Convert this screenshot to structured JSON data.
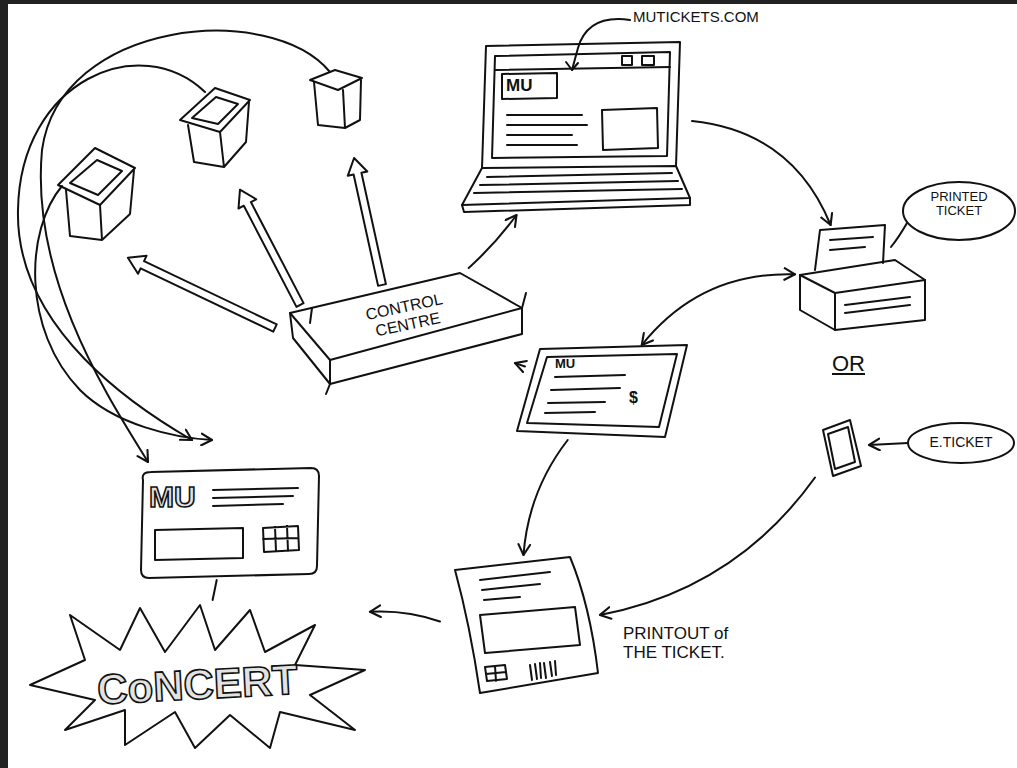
{
  "diagram": {
    "nodes": [
      {
        "text": [
          "MU"
        ]
      },
      {
        "text": [
          "PRINTED TICKET"
        ]
      },
      {
        "text": [
          "CONTROL CENTRE"
        ]
      },
      {
        "text": [
          "MU",
          "$"
        ]
      },
      {
        "text": [
          "E.TICKET"
        ]
      },
      {
        "text": [
          "MU"
        ]
      },
      {
        "text": [
          "PRINTOUT of THE TICKET."
        ]
      },
      {
        "text": [
          "CoNCERT"
        ]
      }
    ],
    "edges": [
      {
        "from": 2,
        "to": 0,
        "arrow": "to"
      },
      {
        "from": 2,
        "to": 3,
        "arrow": "to"
      },
      {
        "from": 0,
        "to": 1,
        "arrow": "to"
      },
      {
        "from": 3,
        "to": 1,
        "arrow": "both"
      },
      {
        "from": 3,
        "to": 6,
        "arrow": "to"
      },
      {
        "from": 4,
        "to": 6,
        "arrow": "to"
      },
      {
        "from": 6,
        "to": 7,
        "arrow": "to"
      },
      {
        "from": 5,
        "to": 7,
        "arrow": "none"
      }
    ],
    "labels": [
      "MUTICKETS.COM",
      "OR"
    ]
  }
}
